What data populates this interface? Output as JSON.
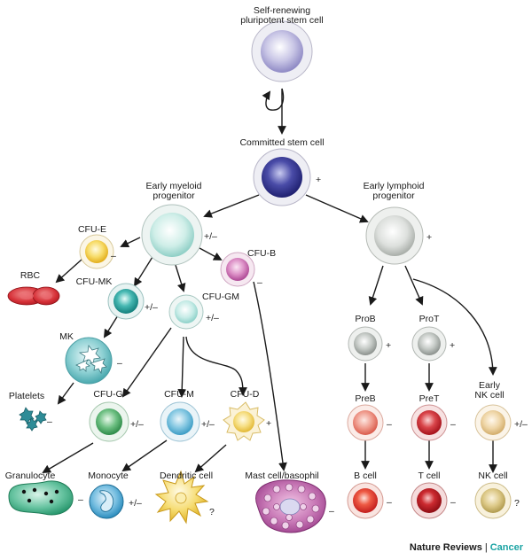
{
  "labels": {
    "stem": [
      "Self-renewing",
      "pluripotent stem cell"
    ],
    "committed": [
      "Committed stem cell"
    ],
    "myeloid": [
      "Early myeloid",
      "progenitor"
    ],
    "lymphoid": [
      "Early lymphoid",
      "progenitor"
    ],
    "cfue": [
      "CFU-E"
    ],
    "rbc": [
      "RBC"
    ],
    "cfumk": [
      "CFU-MK"
    ],
    "mk": [
      "MK"
    ],
    "platelets": [
      "Platelets"
    ],
    "cfub": [
      "CFU-B"
    ],
    "cfugm": [
      "CFU-GM"
    ],
    "cfug": [
      "CFU-G"
    ],
    "cfum": [
      "CFU-M"
    ],
    "cfud": [
      "CFU-D"
    ],
    "granulocyte": [
      "Granulocyte"
    ],
    "monocyte": [
      "Monocyte"
    ],
    "dendritic": [
      "Dendritic cell"
    ],
    "mast": [
      "Mast cell/basophil"
    ],
    "prob": [
      "ProB"
    ],
    "prot": [
      "ProT"
    ],
    "preb": [
      "PreB"
    ],
    "pret": [
      "PreT"
    ],
    "earlynk": [
      "Early",
      "NK cell"
    ],
    "bcell": [
      "B cell"
    ],
    "tcell": [
      "T cell"
    ],
    "nkcell": [
      "NK cell"
    ]
  },
  "signs": {
    "committed": "+",
    "myeloid": "+/–",
    "lymphoid": "+",
    "cfue": "–",
    "cfub": "–",
    "cfumk": "+/–",
    "cfugm": "+/–",
    "mk": "–",
    "platelets": "–",
    "cfug": "+/–",
    "cfum": "+/–",
    "cfud": "+",
    "granulocyte": "–",
    "monocyte": "+/–",
    "dendritic": "?",
    "mast": "–",
    "prob": "+",
    "prot": "+",
    "preb": "–",
    "pret": "–",
    "earlynk": "+/–",
    "bcell": "–",
    "tcell": "–",
    "nkcell": "?"
  },
  "footer": {
    "publisher": "Nature Reviews",
    "separator": "|",
    "journal": "Cancer"
  },
  "colors": {
    "stem": "#a9a6d4",
    "committed": "#2e2f86",
    "myeloid": "#bfe6e0",
    "lymphoid": "#cfd3d0",
    "cfue": "#f3cf3e",
    "rbc": "#c9242b",
    "cfumk": "#1e9e9a",
    "mk": "#5fbcc0",
    "cfub": "#c560a8",
    "cfugm": "#9fdcd6",
    "cfug": "#3a9f55",
    "cfum": "#55b3d6",
    "cfud": "#f2cf52",
    "granulocyte": "#2aa47a",
    "monocyte": "#3a9fc9",
    "dendritic": "#f3cf3e",
    "mast": "#b14fa0",
    "prob": "#9aa19e",
    "prot": "#9aa19e",
    "preb": "#e8786a",
    "pret": "#c9242b",
    "earlynk": "#e8c890",
    "bcell": "#db2e25",
    "tcell": "#b8141d",
    "nkcell": "#c8b26a"
  }
}
